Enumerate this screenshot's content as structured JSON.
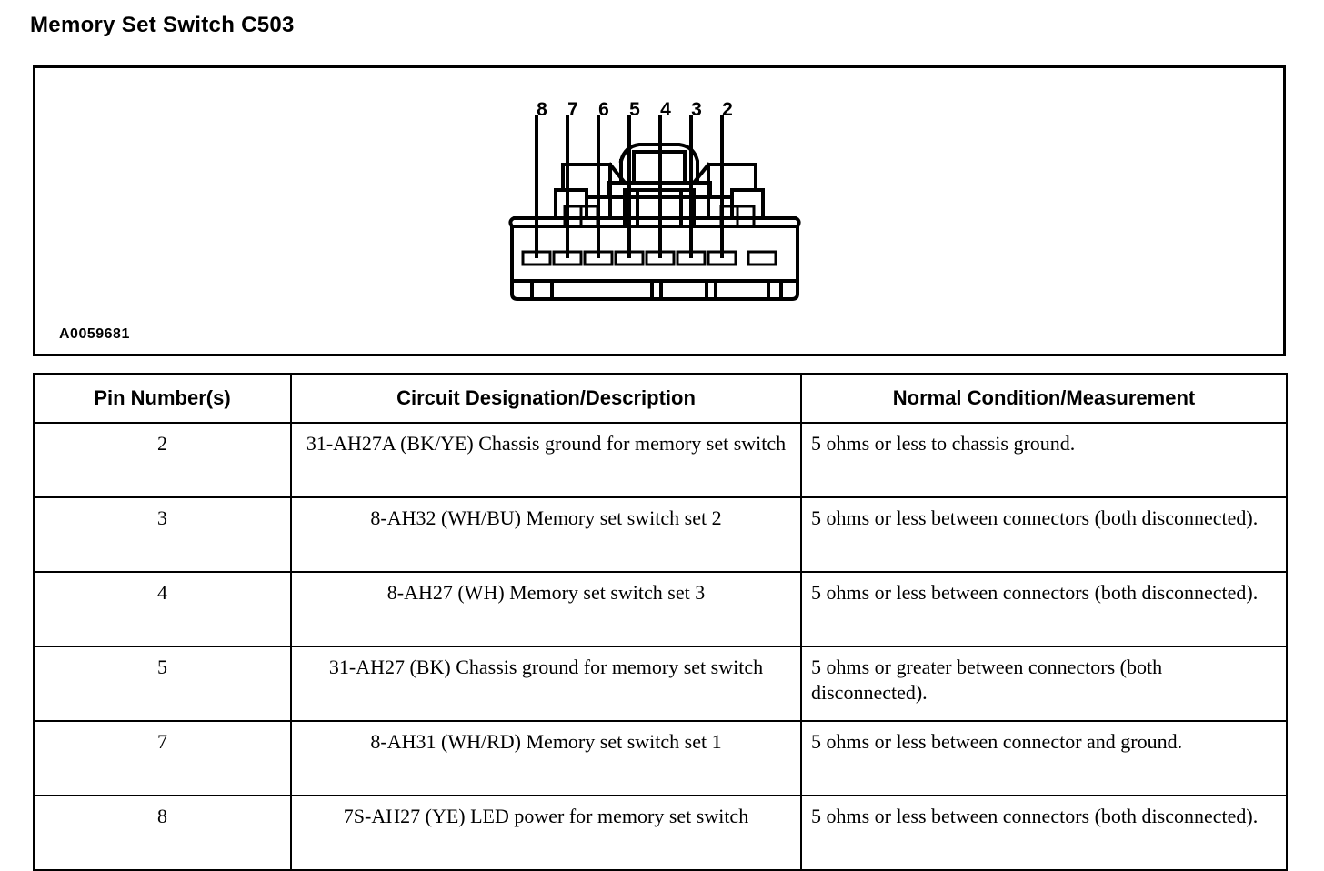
{
  "page": {
    "title": "Memory Set Switch C503"
  },
  "illustration": {
    "figure_code": "A0059681",
    "connector_name": "memory-set-switch-connector",
    "pin_callouts": [
      "8",
      "7",
      "6",
      "5",
      "4",
      "3",
      "2"
    ],
    "cavity_count": 8,
    "line_color": "#000000",
    "background_color": "#ffffff"
  },
  "table": {
    "headers": [
      "Pin Number(s)",
      "Circuit Designation/Description",
      "Normal Condition/Measurement"
    ],
    "rows": [
      {
        "pin": "2",
        "description": "31-AH27A (BK/YE) Chassis ground for memory set switch",
        "normal": "5 ohms or less to chassis ground."
      },
      {
        "pin": "3",
        "description": "8-AH32 (WH/BU) Memory set switch set 2",
        "normal": "5 ohms or less between connectors (both disconnected)."
      },
      {
        "pin": "4",
        "description": "8-AH27 (WH) Memory set switch set 3",
        "normal": "5 ohms or less between connectors (both disconnected)."
      },
      {
        "pin": "5",
        "description": "31-AH27 (BK) Chassis ground for memory set switch",
        "normal": "5 ohms or greater between connectors (both disconnected)."
      },
      {
        "pin": "7",
        "description": "8-AH31 (WH/RD) Memory set switch set 1",
        "normal": "5 ohms or less between connector and ground."
      },
      {
        "pin": "8",
        "description": "7S-AH27 (YE) LED power for memory set switch",
        "normal": "5 ohms or less between connectors (both disconnected)."
      }
    ]
  }
}
